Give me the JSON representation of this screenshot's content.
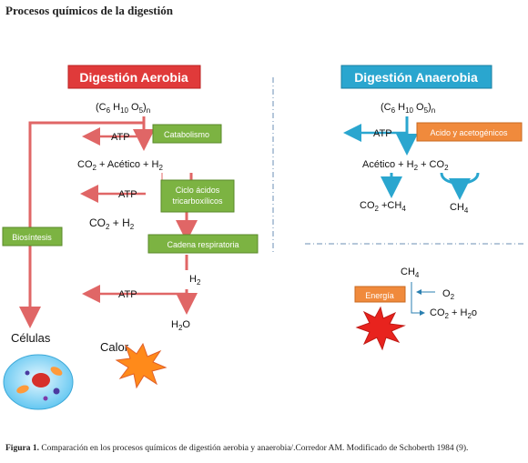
{
  "page_title": "Procesos químicos de la digestión",
  "aerobic": {
    "header": "Digestión Aerobia",
    "substrate": "(C6 H10 O5)n",
    "atp1": "ATP",
    "catabolismo": "Catabolismo",
    "co2_acetico_h2": "CO2 + Acético + H2",
    "atp2": "ATP",
    "ciclo": [
      "Ciclo ácidos",
      "tricarboxílicos"
    ],
    "co2_h2": "CO2 + H2",
    "cadena": "Cadena respiratoria",
    "h2": "H2",
    "atp3": "ATP",
    "h2o": "H2O",
    "biosintesis": "Biosíntesis",
    "celulas": "Células",
    "calor": "Calor"
  },
  "anaerobic": {
    "header": "Digestión Anaerobia",
    "substrate": "(C6 H10 O5)n",
    "atp": "ATP",
    "acido": "Acido y acetogénicos",
    "acetico_h2_co2": "Acético + H2 + CO2",
    "co2_ch4": "CO2 +CH4",
    "ch4": "CH4",
    "ch4_top": "CH4",
    "energia": "Energía",
    "o2": "O2",
    "co2_h2o": "CO2 + H2o"
  },
  "caption": {
    "label": "Figura 1.",
    "text": "Comparación en los procesos químicos de digestión aerobia y anaerobia/.Corredor AM.  Modificado de Schoberth 1984 (9)."
  },
  "colors": {
    "aerobic_header": "#e03a3a",
    "anaerobic_header": "#2aa6cf",
    "green_label": "#7cb342",
    "orange_label": "#f08a3c",
    "red_arrow": "#e06666",
    "blue_arrow": "#2aa6cf"
  }
}
